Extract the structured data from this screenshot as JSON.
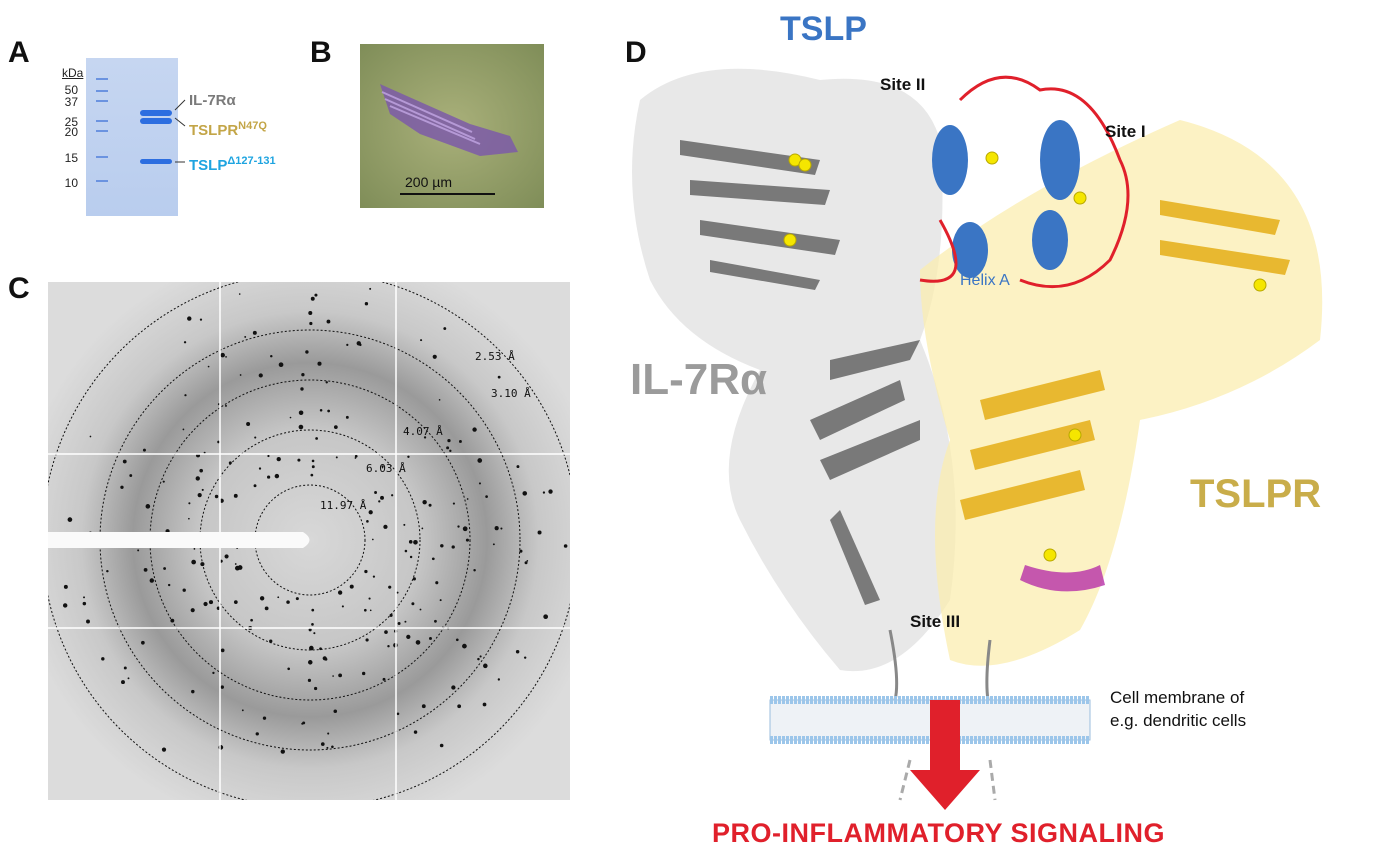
{
  "panels": {
    "a": "A",
    "b": "B",
    "c": "C",
    "d": "D"
  },
  "gel": {
    "unit": "kDa",
    "markers": [
      "50",
      "37",
      "25",
      "20",
      "15",
      "10"
    ],
    "bands": [
      {
        "name": "IL-7Rα",
        "sup": "",
        "color": "#7a7a7a"
      },
      {
        "name": "TSLPR",
        "sup": "N47Q",
        "color": "#c3a547"
      },
      {
        "name": "TSLP",
        "sup": "Δ127-131",
        "color": "#1ea4e0"
      }
    ]
  },
  "crystal": {
    "scale_bar": "200 µm"
  },
  "diffraction": {
    "rings": [
      "2.53 Å",
      "3.10 Å",
      "4.07 Å",
      "6.03 Å",
      "11.97 Å"
    ]
  },
  "structure": {
    "tslp": "TSLP",
    "site_ii": "Site II",
    "site_i": "Site I",
    "helix_a": "Helix A",
    "il7ra": "IL-7Rα",
    "tslpr": "TSLPR",
    "site_iii": "Site III",
    "membrane_line1": "Cell membrane of",
    "membrane_line2": "e.g. dendritic cells",
    "signaling": "PRO-INFLAMMATORY SIGNALING",
    "colors": {
      "tslp": "#3a75c4",
      "il7ra": "#9b9b9b",
      "tslpr": "#c9ad4a",
      "signal": "#e0202b"
    }
  }
}
